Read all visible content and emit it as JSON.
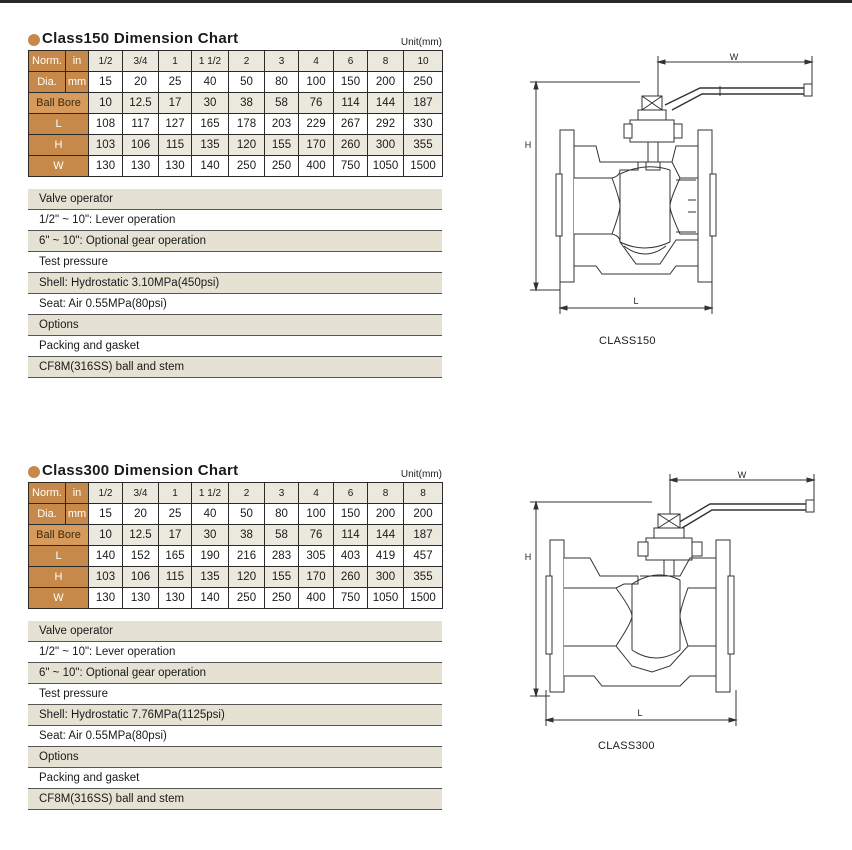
{
  "class150": {
    "title": "Class150 Dimension Chart",
    "unit": "Unit(mm)",
    "norm_label": "Norm.",
    "dia_label": "Dia.",
    "in_label": "in",
    "mm_label": "mm",
    "in_values": [
      "1/2",
      "3/4",
      "1",
      "1 1/2",
      "2",
      "3",
      "4",
      "6",
      "8",
      "10"
    ],
    "mm_values": [
      "15",
      "20",
      "25",
      "40",
      "50",
      "80",
      "100",
      "150",
      "200",
      "250"
    ],
    "rows": [
      {
        "label": "Ball Bore",
        "values": [
          "10",
          "12.5",
          "17",
          "30",
          "38",
          "58",
          "76",
          "114",
          "144",
          "187"
        ]
      },
      {
        "label": "L",
        "values": [
          "108",
          "117",
          "127",
          "165",
          "178",
          "203",
          "229",
          "267",
          "292",
          "330"
        ]
      },
      {
        "label": "H",
        "values": [
          "103",
          "106",
          "115",
          "135",
          "120",
          "155",
          "170",
          "260",
          "300",
          "355"
        ]
      },
      {
        "label": "W",
        "values": [
          "130",
          "130",
          "130",
          "140",
          "250",
          "250",
          "400",
          "750",
          "1050",
          "1500"
        ]
      }
    ],
    "notes": [
      "Valve operator",
      "1/2\" ~ 10\": Lever operation",
      "6\" ~ 10\": Optional gear operation",
      "Test pressure",
      "Shell: Hydrostatic 3.10MPa(450psi)",
      "Seat: Air 0.55MPa(80psi)",
      "Options",
      "Packing and gasket",
      "CF8M(316SS) ball and stem"
    ],
    "diagram": {
      "w_label": "W",
      "h_label": "H",
      "l_label": "L",
      "caption": "CLASS150"
    }
  },
  "class300": {
    "title": "Class300 Dimension Chart",
    "unit": "Unit(mm)",
    "norm_label": "Norm.",
    "dia_label": "Dia.",
    "in_label": "in",
    "mm_label": "mm",
    "in_values": [
      "1/2",
      "3/4",
      "1",
      "1 1/2",
      "2",
      "3",
      "4",
      "6",
      "8",
      "8"
    ],
    "mm_values": [
      "15",
      "20",
      "25",
      "40",
      "50",
      "80",
      "100",
      "150",
      "200",
      "200"
    ],
    "rows": [
      {
        "label": "Ball Bore",
        "values": [
          "10",
          "12.5",
          "17",
          "30",
          "38",
          "58",
          "76",
          "114",
          "144",
          "187"
        ]
      },
      {
        "label": "L",
        "values": [
          "140",
          "152",
          "165",
          "190",
          "216",
          "283",
          "305",
          "403",
          "419",
          "457"
        ]
      },
      {
        "label": "H",
        "values": [
          "103",
          "106",
          "115",
          "135",
          "120",
          "155",
          "170",
          "260",
          "300",
          "355"
        ]
      },
      {
        "label": "W",
        "values": [
          "130",
          "130",
          "130",
          "140",
          "250",
          "250",
          "400",
          "750",
          "1050",
          "1500"
        ]
      }
    ],
    "notes": [
      "Valve operator",
      "1/2\" ~ 10\": Lever operation",
      "6\" ~ 10\": Optional gear operation",
      "Test pressure",
      "Shell: Hydrostatic 7.76MPa(1125psi)",
      "Seat: Air 0.55MPa(80psi)",
      "Options",
      "Packing and gasket",
      "CF8M(316SS) ball and stem"
    ],
    "diagram": {
      "w_label": "W",
      "h_label": "H",
      "l_label": "L",
      "caption": "CLASS300"
    }
  }
}
